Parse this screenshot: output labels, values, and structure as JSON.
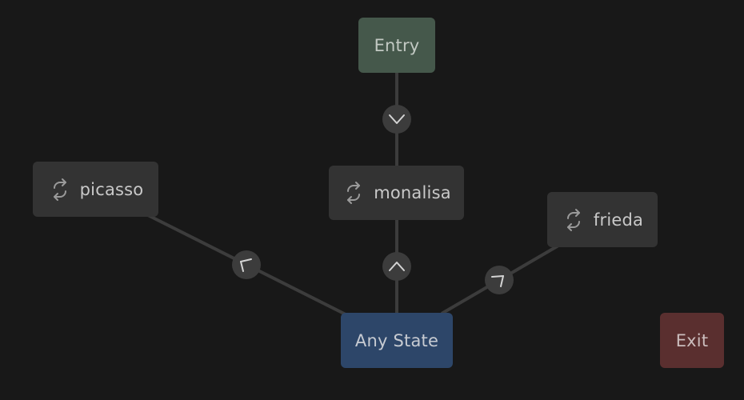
{
  "colors": {
    "background": "#181818",
    "edge": "#3c3c3c",
    "arrow_badge": "#3c3c3c",
    "arrow_glyph": "#d4d4d4",
    "state_node": "#333333",
    "entry_node": "#45584b",
    "any_state_node": "#2d4669",
    "exit_node": "#5a2f2f"
  },
  "nodes": {
    "entry": {
      "label": "Entry"
    },
    "picasso": {
      "label": "picasso",
      "icon": "loop-icon"
    },
    "monalisa": {
      "label": "monalisa",
      "icon": "loop-icon"
    },
    "frieda": {
      "label": "frieda",
      "icon": "loop-icon"
    },
    "any_state": {
      "label": "Any State"
    },
    "exit": {
      "label": "Exit"
    }
  },
  "transitions": [
    {
      "from": "entry",
      "to": "monalisa",
      "icon": "chevron-down-icon"
    },
    {
      "from": "any_state",
      "to": "monalisa",
      "icon": "chevron-up-icon"
    },
    {
      "from": "any_state",
      "to": "picasso",
      "icon": "chevron-left-icon"
    },
    {
      "from": "any_state",
      "to": "frieda",
      "icon": "chevron-right-icon"
    }
  ]
}
